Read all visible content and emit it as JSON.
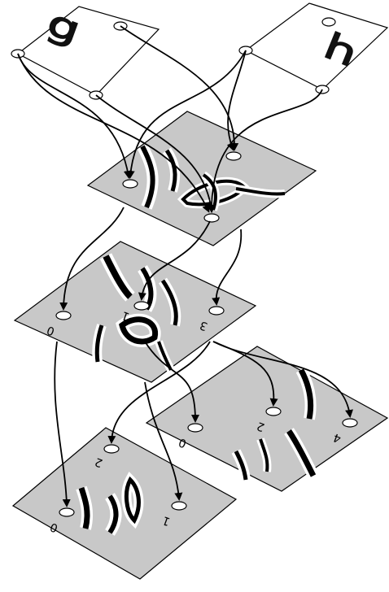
{
  "input_glyphs": [
    "g",
    "h"
  ],
  "port_labels": [
    "0",
    "1",
    "2",
    "3",
    "4"
  ],
  "colors": {
    "plane_fill": "#c8c8c8",
    "input_plane_fill": "#ffffff",
    "stroke": "#000000",
    "port_fill": "#ffffff"
  }
}
